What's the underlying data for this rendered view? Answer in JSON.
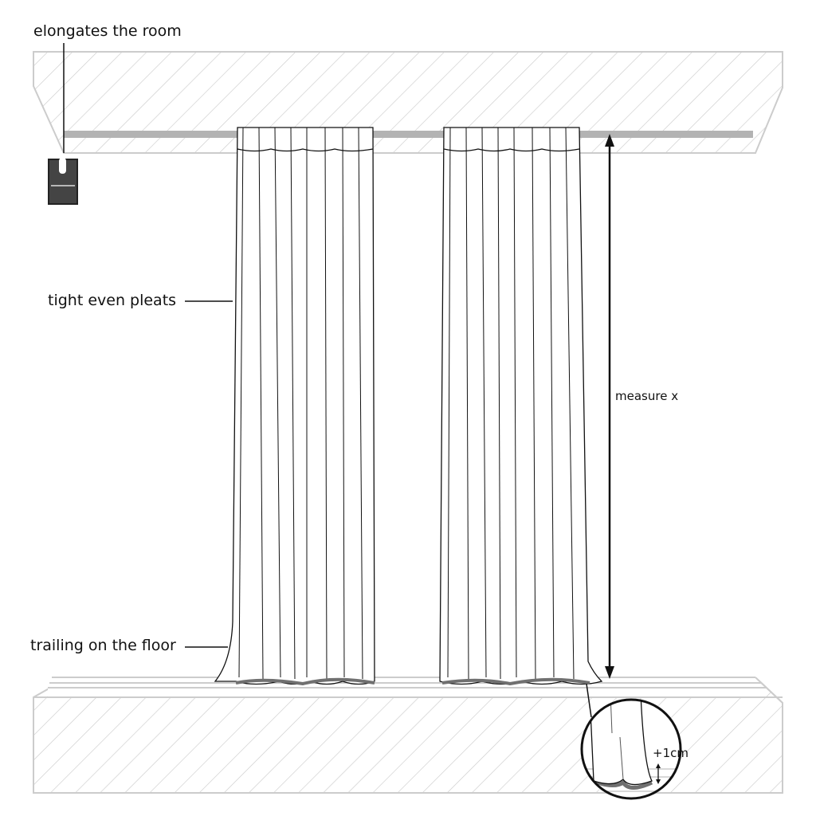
{
  "labels": {
    "top": "elongates the room",
    "pleats": "tight even pleats",
    "measure": "measure x",
    "trailing": "trailing on the floor",
    "inset": "+1cm"
  },
  "colors": {
    "hatch": "#cccccc",
    "rod": "#b3b3b3",
    "line": "#111111",
    "shadow": "#707070"
  }
}
